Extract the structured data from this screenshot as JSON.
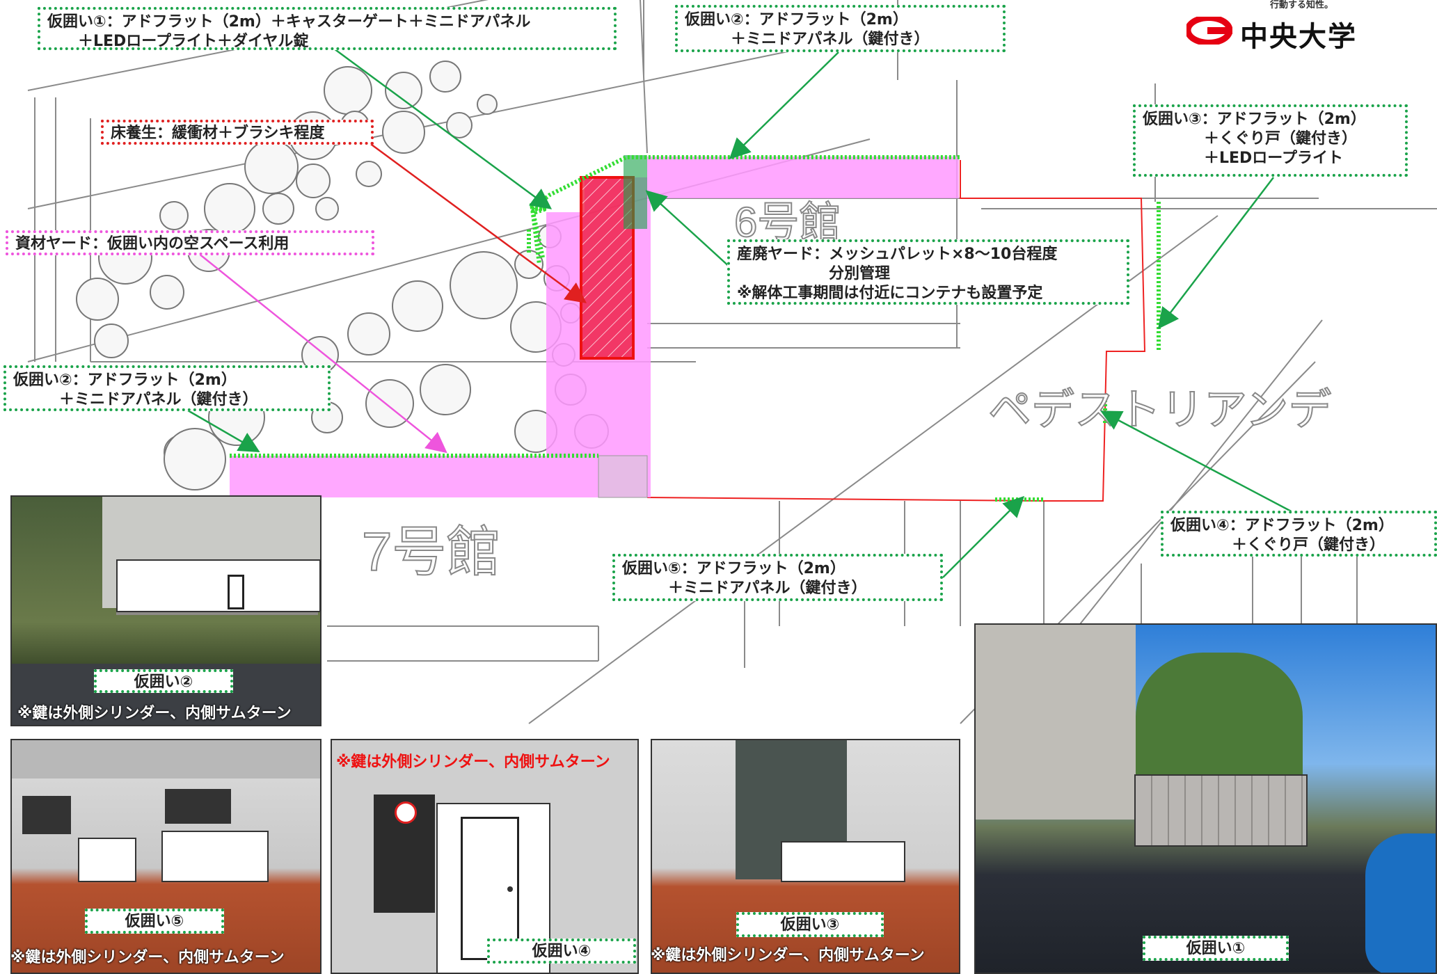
{
  "header": {
    "tagline": "行動する知性。",
    "university": "中央大学",
    "brand_color": "#e60012"
  },
  "plan": {
    "building6": "6号館",
    "building7": "7号館",
    "pedestrian": "ペデストリアンデ"
  },
  "labels": {
    "fence1": "仮囲い①：アドフラット（2m）＋キャスターゲート＋ミニドアパネル\n　　＋LEDロープライト＋ダイヤル錠",
    "fence2_top": "仮囲い②：アドフラット（2m）\n　　　＋ミニドアパネル（鍵付き）",
    "floor_protection": "床養生：緩衝材＋ブラシキ程度",
    "fence3": "仮囲い③：アドフラット（2m）\n　　　　＋くぐり戸（鍵付き）\n　　　　＋LEDロープライト",
    "material_yard": "資材ヤード：仮囲い内の空スペース利用",
    "waste_yard": "産廃ヤード：メッシュパレット×8〜10台程度\n　　　　　　分別管理\n※解体工事期間は付近にコンテナも設置予定",
    "fence2_left": "仮囲い②：アドフラット（2m）\n　　　＋ミニドアパネル（鍵付き）",
    "fence4": "仮囲い④：アドフラット（2m）\n　　　　＋くぐり戸（鍵付き）",
    "fence5": "仮囲い⑤：アドフラット（2m）\n　　　＋ミニドアパネル（鍵付き）"
  },
  "photos": {
    "p2": {
      "caption": "仮囲い②",
      "note": "※鍵は外側シリンダー、内側サムターン"
    },
    "p5": {
      "caption": "仮囲い⑤",
      "note": "※鍵は外側シリンダー、内側サムターン"
    },
    "p4": {
      "caption": "仮囲い④",
      "note": "※鍵は外側シリンダー、内側サムターン"
    },
    "p3": {
      "caption": "仮囲い③",
      "note": "※鍵は外側シリンダー、内側サムターン"
    },
    "p1": {
      "caption": "仮囲い①"
    }
  },
  "colors": {
    "fence_line": "#33dd33",
    "red_line": "#ee2222",
    "yard_pink": "#ff99ff",
    "waste_red": "#ee1111",
    "label_border": "#1aa34a"
  }
}
